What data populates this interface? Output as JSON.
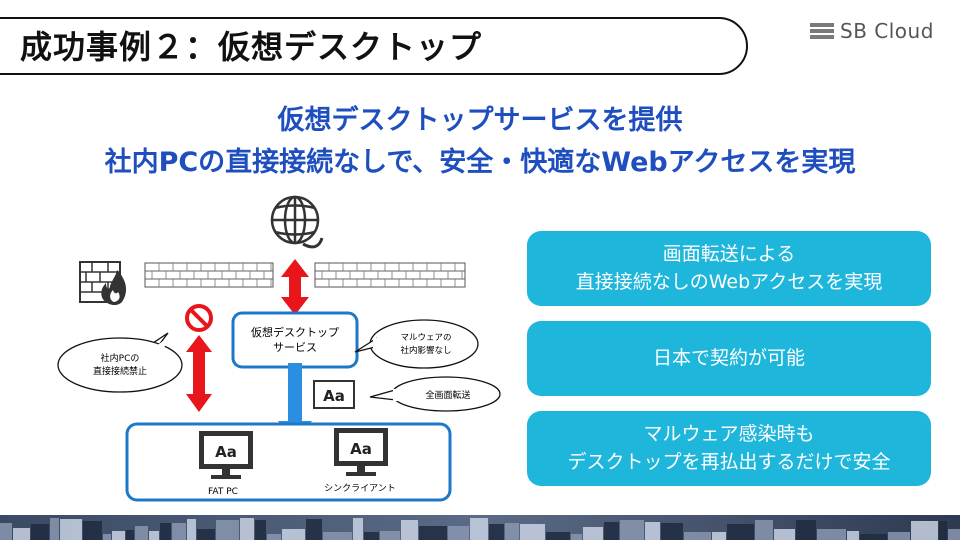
{
  "title": "成功事例２：仮想デスクトップ",
  "logo": {
    "text": "SB Cloud"
  },
  "headline": {
    "line1": "仮想デスクトップサービスを提供",
    "line2": "社内PCの直接接続なしで、安全・快適なWebアクセスを実現"
  },
  "diagram": {
    "no_direct": [
      "社内PCの",
      "直接接続禁止"
    ],
    "vdi_service": [
      "仮想デスクトップ",
      "サービス"
    ],
    "malware_note": [
      "マルウェアの",
      "社内影響なし"
    ],
    "screen_transfer": "全画面転送",
    "monitor_glyph": "Aa",
    "fat_pc": "FAT PC",
    "thin_client": "シンクライアント"
  },
  "cards": [
    {
      "lines": [
        "画面転送による",
        "直接接続なしのWebアクセスを実現"
      ]
    },
    {
      "lines": [
        "日本で契約が可能"
      ]
    },
    {
      "lines": [
        "マルウェア感染時も",
        "デスクトップを再払出するだけで安全"
      ]
    }
  ],
  "colors": {
    "accent_blue": "#1f4fbf",
    "card_cyan": "#1fb6dc",
    "frame_blue": "#1e78c8",
    "arrow_red": "#e8151b",
    "arrow_blue": "#2a8fe0"
  }
}
